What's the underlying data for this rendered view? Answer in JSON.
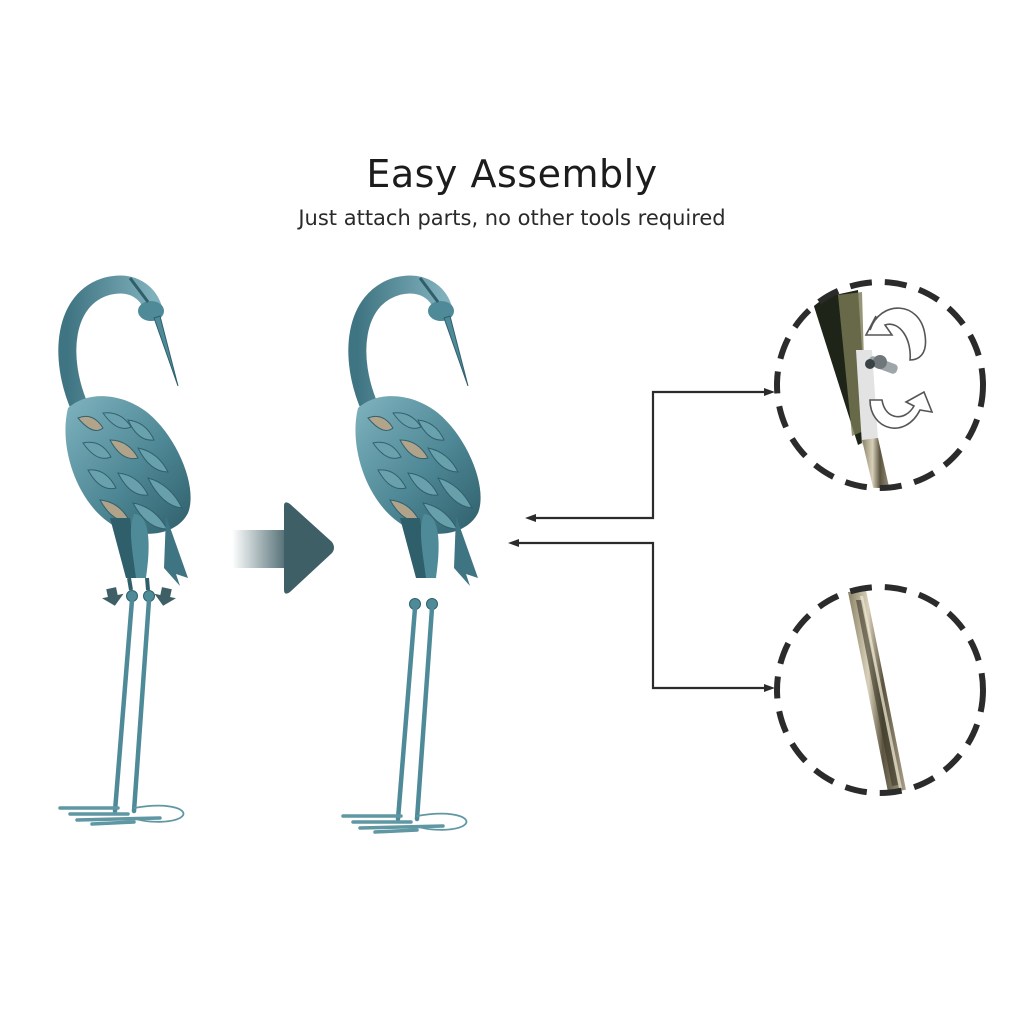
{
  "header": {
    "title": "Easy Assembly",
    "subtitle": "Just attach parts, no other tools required"
  },
  "figures": {
    "before": {
      "label": "crane-disassembled",
      "parts": [
        "body",
        "legs",
        "base"
      ]
    },
    "after": {
      "label": "crane-assembled"
    },
    "step_arrow": {
      "icon": "right-arrow-icon"
    },
    "detail_top": {
      "icon": "wing-nut-rotate-icon",
      "description": "wing nut fastening detail"
    },
    "detail_bottom": {
      "icon": "leg-rod-icon",
      "description": "twisted leg rod detail"
    }
  },
  "colors": {
    "crane_teal": "#4f8a98",
    "crane_light": "#79adb8",
    "crane_dark": "#2f5f6b",
    "feather_bronze": "#b6a58a",
    "arrow": "#3f5f66",
    "line": "#2b2b2b",
    "text": "#1c1c1c"
  }
}
